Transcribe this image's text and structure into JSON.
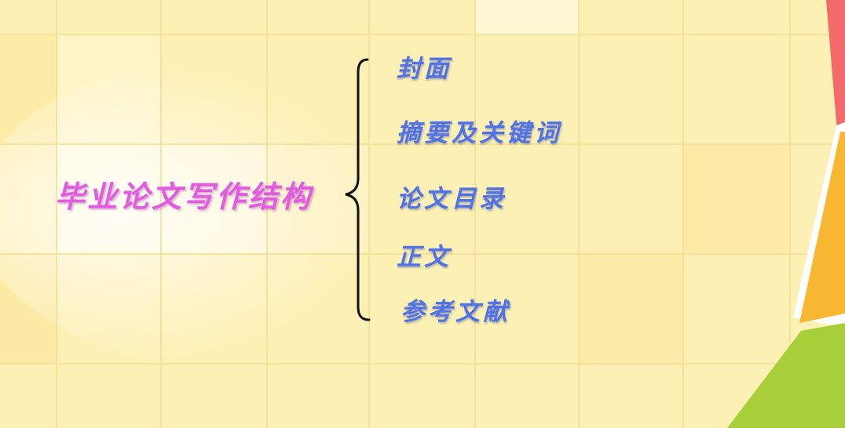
{
  "diagram": {
    "title": "毕业论文写作结构",
    "items": [
      "封面",
      "摘要及关键词",
      "论文目录",
      "正文",
      "参考文献"
    ]
  },
  "colors": {
    "background": "#fdf1b8",
    "title": "#e25ae0",
    "items": "#4f72e6",
    "brace": "#111111",
    "deco_red": "#f46a6a",
    "deco_orange": "#f7b733",
    "deco_green": "#a8cf3a"
  }
}
